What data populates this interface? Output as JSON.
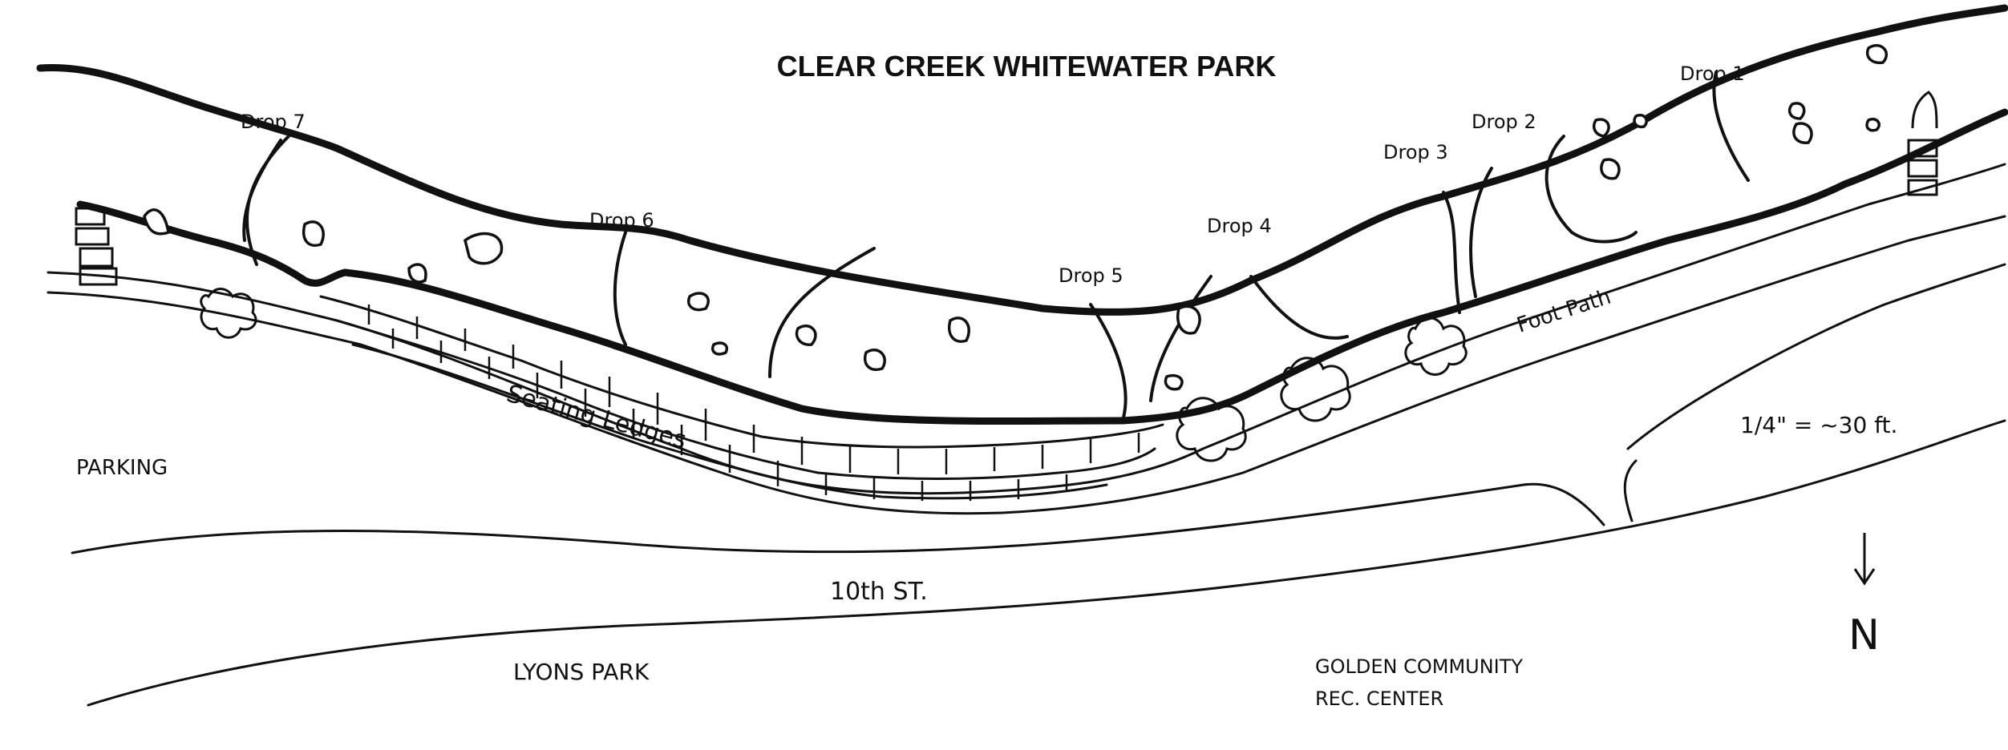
{
  "title": "CLEAR CREEK WHITEWATER PARK",
  "drops": [
    "Drop 1",
    "Drop 2",
    "Drop 3",
    "Drop 4",
    "Drop 5",
    "Drop 6",
    "Drop 7"
  ],
  "features": {
    "seating": "Seating Ledges",
    "foot_path": "Foot Path",
    "parking": "PARKING",
    "street": "10th ST.",
    "lyons": "LYONS PARK",
    "rec_line1": "GOLDEN COMMUNITY",
    "rec_line2": "REC. CENTER"
  },
  "scale": "1/4\" = ~30 ft.",
  "north": "N"
}
